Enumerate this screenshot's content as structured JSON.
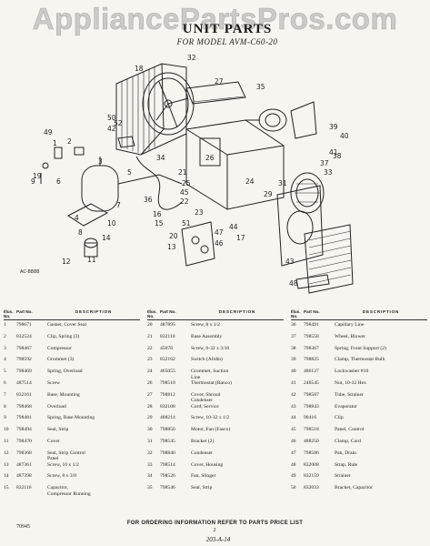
{
  "watermark": "AppliancePartsPros.com",
  "title": "UNIT PARTS",
  "subtitle": "FOR MODEL AVM-C60-20",
  "diagram": {
    "callouts": [
      "32",
      "18",
      "27",
      "35",
      "50",
      "52",
      "42",
      "39",
      "40",
      "41",
      "49",
      "1",
      "2",
      "5",
      "3",
      "9",
      "6",
      "19",
      "7",
      "10",
      "12",
      "14",
      "34",
      "36",
      "21",
      "25",
      "45",
      "22",
      "23",
      "16",
      "20",
      "51",
      "47",
      "46",
      "26",
      "37",
      "38",
      "33",
      "31",
      "29",
      "24",
      "43",
      "48",
      "44",
      "17",
      "15",
      "13",
      "11",
      "8",
      "4"
    ],
    "figure_code": "AC-8888"
  },
  "table": {
    "headers": {
      "no": "Illus. No.",
      "part": "Part No.",
      "desc": "DESCRIPTION"
    },
    "columns": [
      [
        {
          "no": "1",
          "part": "798671",
          "desc": "Gasket, Cover Seal"
        },
        {
          "no": "2",
          "part": "832524",
          "desc": "Clip, Spring (3)"
        },
        {
          "no": "3",
          "part": "798467",
          "desc": "Compressor"
        },
        {
          "no": "4",
          "part": "798592",
          "desc": "Grommet (3)"
        },
        {
          "no": "5",
          "part": "798469",
          "desc": "Spring, Overload"
        },
        {
          "no": "6",
          "part": "487514",
          "desc": "Screw"
        },
        {
          "no": "7",
          "part": "832161",
          "desc": "Base, Mounting"
        },
        {
          "no": "8",
          "part": "798468",
          "desc": "Overload"
        },
        {
          "no": "9",
          "part": "798481",
          "desc": "Spring, Base Mounting"
        },
        {
          "no": "10",
          "part": "798494",
          "desc": "Seal, Strip"
        },
        {
          "no": "11",
          "part": "798470",
          "desc": "Cover"
        },
        {
          "no": "12",
          "part": "798368",
          "desc": "Seal, Strip Control\nPanel"
        },
        {
          "no": "13",
          "part": "487361",
          "desc": "Screw, 10 x 1/2"
        },
        {
          "no": "14",
          "part": "487398",
          "desc": "Screw, 8 x 3/8"
        },
        {
          "no": "15",
          "part": "832116",
          "desc": "Capacitor,\nCompressor Running"
        }
      ],
      [
        {
          "no": "20",
          "part": "487895",
          "desc": "Screw, 8 x 1/2"
        },
        {
          "no": "21",
          "part": "832110",
          "desc": "Base Assembly"
        },
        {
          "no": "22",
          "part": "45078",
          "desc": "Screw, 6-32 x 3/16"
        },
        {
          "no": "23",
          "part": "832162",
          "desc": "Switch (Alldin)"
        },
        {
          "no": "24",
          "part": "465055",
          "desc": "Grommet, Suction\nLine"
        },
        {
          "no": "26",
          "part": "798510",
          "desc": "Thermostat (Ranco)"
        },
        {
          "no": "27",
          "part": "798812",
          "desc": "Cover, Shroud\nCondenser"
        },
        {
          "no": "28",
          "part": "832108",
          "desc": "Cord, Service"
        },
        {
          "no": "29",
          "part": "488214",
          "desc": "Screw, 10-32 x 1/2"
        },
        {
          "no": "30",
          "part": "798856",
          "desc": "Motor, Fan (Fasco)"
        },
        {
          "no": "31",
          "part": "798545",
          "desc": "Bracket (2)"
        },
        {
          "no": "32",
          "part": "798840",
          "desc": "Condenser"
        },
        {
          "no": "33",
          "part": "798514",
          "desc": "Cover, Housing"
        },
        {
          "no": "34",
          "part": "798526",
          "desc": "Fan, Slinger"
        },
        {
          "no": "35",
          "part": "798546",
          "desc": "Seal, Strip"
        }
      ],
      [
        {
          "no": "36",
          "part": "798491",
          "desc": "Capillary Line"
        },
        {
          "no": "37",
          "part": "798558",
          "desc": "Wheel, Blower"
        },
        {
          "no": "38",
          "part": "798367",
          "desc": "Spring, Front Support (2)"
        },
        {
          "no": "39",
          "part": "798825",
          "desc": "Clamp, Thermostat Bulb"
        },
        {
          "no": "40",
          "part": "486127",
          "desc": "Lockwasher #10"
        },
        {
          "no": "41",
          "part": "246545",
          "desc": "Nut, 10-32 Hex"
        },
        {
          "no": "42",
          "part": "798587",
          "desc": "Tube, Strainer"
        },
        {
          "no": "43",
          "part": "798843",
          "desc": "Evaporator"
        },
        {
          "no": "44",
          "part": "90416",
          "desc": "Clip"
        },
        {
          "no": "45",
          "part": "798518",
          "desc": "Panel, Control"
        },
        {
          "no": "46",
          "part": "488250",
          "desc": "Clamp, Cord"
        },
        {
          "no": "47",
          "part": "798586",
          "desc": "Pan, Drain"
        },
        {
          "no": "48",
          "part": "832008",
          "desc": "Strap, Rule"
        },
        {
          "no": "49",
          "part": "832159",
          "desc": "Strainer"
        },
        {
          "no": "50",
          "part": "832033",
          "desc": "Bracket, Capacitor"
        }
      ]
    ]
  },
  "footer": {
    "note": "FOR ORDERING INFORMATION REFER TO PARTS PRICE LIST",
    "page": "2",
    "form_code": "203-A-14",
    "ref_code": "70945"
  }
}
